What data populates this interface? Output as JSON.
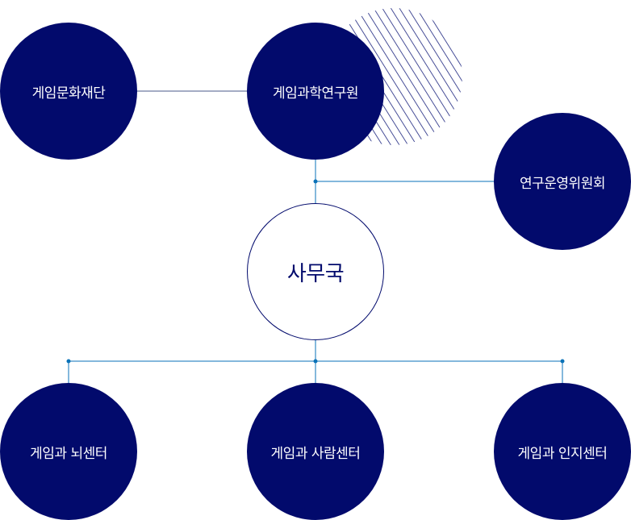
{
  "colors": {
    "node": "#020a6c",
    "connector": "#0a72b8"
  },
  "nodes": {
    "foundation": "게임문화재단",
    "institute": "게임과학연구원",
    "committee": "연구운영위원회",
    "office": "사무국",
    "brain_center": "게임과 뇌센터",
    "human_center": "게임과 사람센터",
    "cognition_center": "게임과 인지센터"
  }
}
